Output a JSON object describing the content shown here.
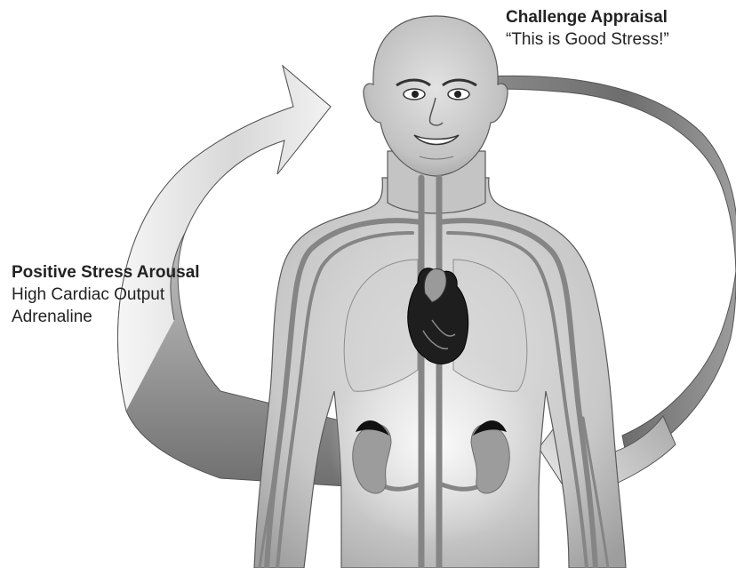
{
  "challenge_appraisal": {
    "title": "Challenge Appraisal",
    "quote": "“This is Good Stress!”"
  },
  "positive_stress_arousal": {
    "title": "Positive Stress Arousal",
    "lines": [
      "High Cardiac Output",
      "Adrenaline"
    ]
  },
  "colors": {
    "arrow_light": "#f4f4f4",
    "arrow_dark": "#6f6f6f",
    "skin_light": "#d9d9d9",
    "skin_dark": "#9a9a9a",
    "vessel": "#8a8a8a",
    "heart": "#1e1e1e",
    "kidney": "#9c9c9c",
    "text": "#222222"
  },
  "icons": [
    "circular-arrow-icon",
    "human-figure-icon",
    "heart-icon",
    "kidney-icon",
    "lung-icon"
  ]
}
